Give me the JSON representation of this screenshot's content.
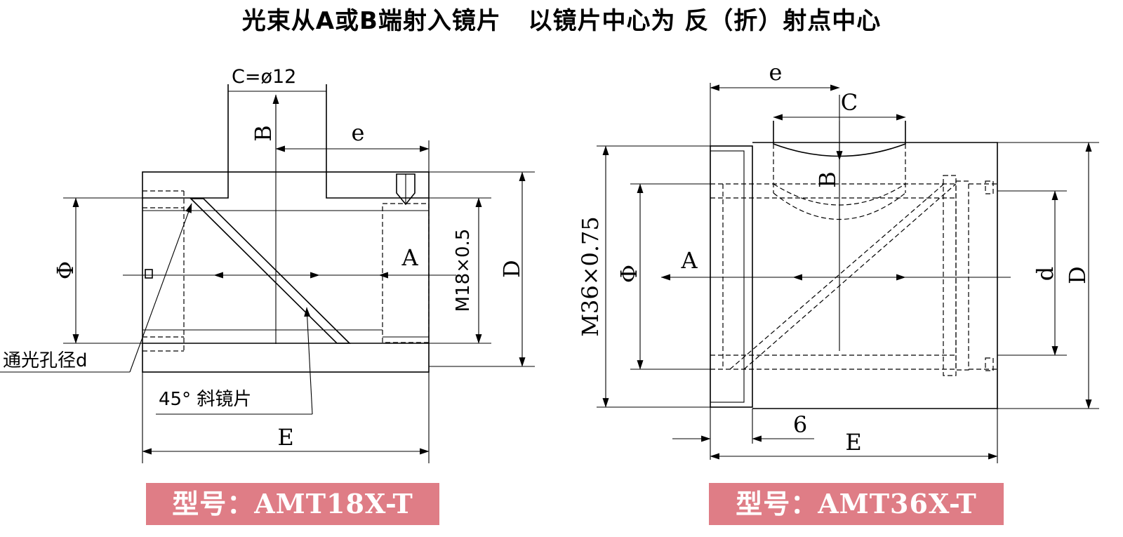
{
  "headline": "光束从A或B端射入镜片   以镜片中心为 反（折）射点中心",
  "left_drawing": {
    "dim_aperture": "C=ø12",
    "dim_b": "B",
    "dim_e": "e",
    "dim_phi": "Φ",
    "dim_a": "A",
    "dim_thread": "M18×0.5",
    "dim_d_outer": "D",
    "callout_aperture": "通光孔径d",
    "callout_mirror": "45° 斜镜片",
    "dim_length": "E",
    "model_label": "型号：AMT18X-T"
  },
  "right_drawing": {
    "dim_e": "e",
    "dim_c": "C",
    "dim_b": "B",
    "dim_thread": "M36×0.75",
    "dim_phi": "Φ",
    "dim_a": "A",
    "dim_d_inner": "d",
    "dim_d_outer": "D",
    "dim_six": "6",
    "dim_length": "E",
    "model_label": "型号：AMT36X-T"
  }
}
